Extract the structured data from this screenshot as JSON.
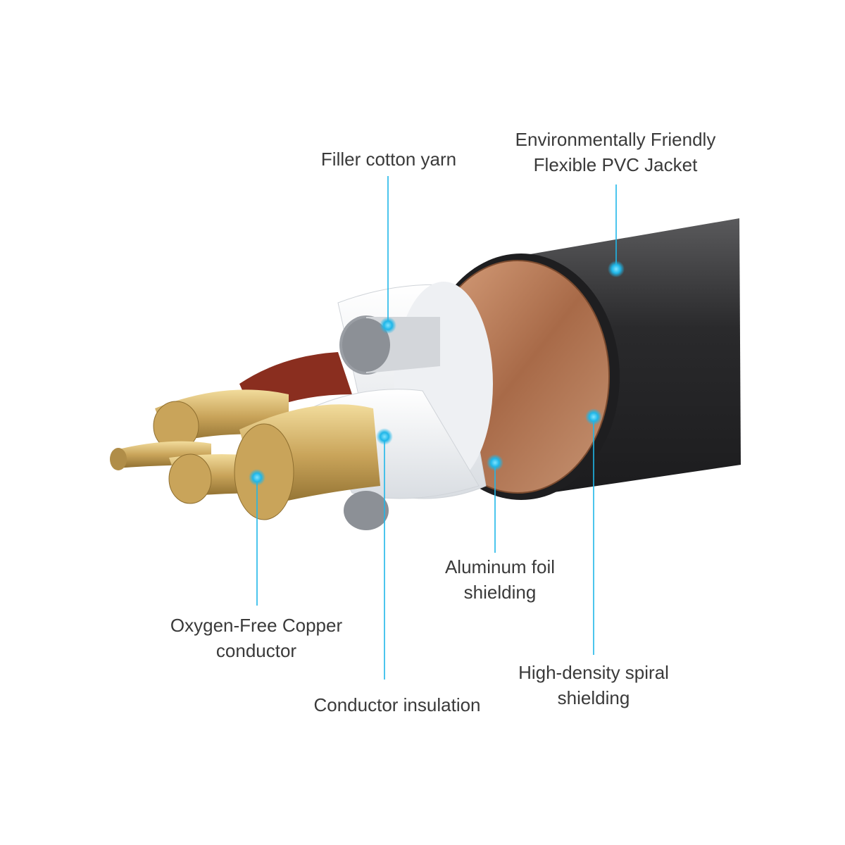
{
  "labels": {
    "filler": "Filler cotton yarn",
    "jacket_line1": "Environmentally Friendly",
    "jacket_line2": "Flexible PVC Jacket",
    "aluminum_line1": "Aluminum foil",
    "aluminum_line2": "shielding",
    "copper_line1": "Oxygen-Free Copper",
    "copper_line2": "conductor",
    "insulation": "Conductor insulation",
    "spiral_line1": "High-density spiral",
    "spiral_line2": "shielding"
  },
  "colors": {
    "pointer": "#1fb6e8",
    "jacket": "#2e2e30",
    "braid": "#b57a55",
    "copper": "#d6b46a",
    "red_insulation": "#8a2e1f"
  }
}
